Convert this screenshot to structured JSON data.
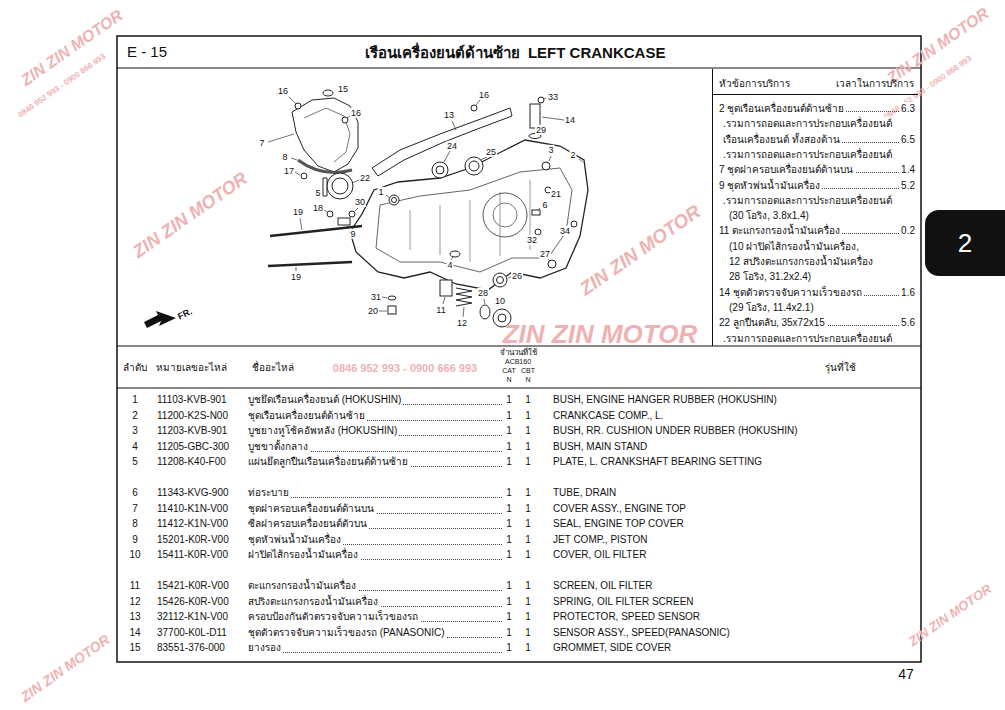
{
  "diagram": {
    "title": "เรือนเครื่องยนต์ด้านซ้าย  LEFT CRANKCASE",
    "nodes": [
      {
        "text": [
          "หัวข้อการบริการ",
          "เวลาในการบริการ",
          "2 ชุดเรือนเครื่องยนต์ด้านซ้าย",
          "6.3",
          ".รวมการถอดและการประกอบเครื่องยนต์",
          "เรือนเครื่องยนต์ ทั้งสองด้าน",
          "6.5",
          ".รวมการถอดและการประกอบเครื่องยนต์",
          "7 ชุดฝาครอบเครื่องยนต์ด้านบน",
          "1.4",
          "9 ชุดหัวพ่นน้ำมันเครื่อง",
          "5.2",
          ".รวมการถอดและการประกอบเครื่องยนต์",
          "(30 โอริง, 3.8x1.4)",
          "11 ตะแกรงกรองน้ำมันเครื่อง",
          "0.2",
          "(10 ฝาปิดไส้กรองน้ำมันเครื่อง,",
          "12 สปริงตะแกรงกรองน้ำมันเครื่อง",
          "28 โอริง, 31.2x2.4)",
          "14 ชุดตัวตรวจจับความเร็วของรถ",
          "1.6",
          "(29 โอริง, 11.4x2.1)",
          "22 ลูกปืนตลับ, 35x72x15",
          "5.6",
          ".รวมการถอดและการประกอบเครื่องยนต์"
        ]
      },
      {
        "text": [
          "2"
        ]
      }
    ],
    "labels": [
      "E - 15",
      "16",
      "15",
      "16",
      "13",
      "33",
      "14",
      "29",
      "16",
      "7",
      "8",
      "17",
      "5",
      "22",
      "24",
      "25",
      "3",
      "2",
      "1",
      "30",
      "18",
      "19",
      "9",
      "21",
      "6",
      "32",
      "34",
      "27",
      "19",
      "4",
      "26",
      "31",
      "20",
      "28",
      "10",
      "11",
      "12",
      "FR.",
      "ลำดับ",
      "หมายเลขอะไหล่",
      "ชื่ออะไหล่",
      "จำนวนที่ใช้",
      "ACB160",
      "CAT",
      "CBT",
      "N",
      "N",
      "รุ่นที่ใช้",
      "1",
      "11103-KVB-901",
      "บูชยึดเรือนเครื่องยนต์ (HOKUSHIN)",
      "1",
      "1",
      "BUSH, ENGINE HANGER RUBBER (HOKUSHIN)",
      "2",
      "11200-K2S-N00",
      "ชุดเรือนเครื่องยนต์ด้านซ้าย",
      "1",
      "1",
      "CRANKCASE COMP., L.",
      "3",
      "11203-KVB-901",
      "บูชยางหูโช้คอัพหลัง (HOKUSHIN)",
      "1",
      "1",
      "BUSH, RR. CUSHION UNDER RUBBER (HOKUSHIN)",
      "4",
      "11205-GBC-300",
      "บูชขาตั้งกลาง",
      "1",
      "1",
      "BUSH, MAIN STAND",
      "5",
      "11208-K40-F00",
      "แผ่นยึดลูกปืนเรือนเครื่องยนต์ด้านซ้าย",
      "1",
      "1",
      "PLATE, L. CRANKSHAFT BEARING SETTING",
      "6",
      "11343-KVG-900",
      "ท่อระบาย",
      "1",
      "1",
      "TUBE, DRAIN",
      "7",
      "11410-K1N-V00",
      "ชุดฝาครอบเครื่องยนต์ด้านบน",
      "1",
      "1",
      "COVER ASSY., ENGINE TOP",
      "8",
      "11412-K1N-V00",
      "ซีลฝาครอบเครื่องยนต์ตัวบน",
      "1",
      "1",
      "SEAL, ENGINE TOP COVER",
      "9",
      "15201-K0R-V00",
      "ชุดหัวพ่นน้ำมันเครื่อง",
      "1",
      "1",
      "JET COMP., PISTON",
      "10",
      "15411-K0R-V00",
      "ฝาปิดไส้กรองน้ำมันเครื่อง",
      "1",
      "1",
      "COVER, OIL FILTER",
      "11",
      "15421-K0R-V00",
      "ตะแกรงกรองน้ำมันเครื่อง",
      "1",
      "1",
      "SCREEN, OIL FILTER",
      "12",
      "15426-K0R-V00",
      "สปริงตะแกรงกรองน้ำมันเครื่อง",
      "1",
      "1",
      "SPRING, OIL FILTER SCREEN",
      "13",
      "32112-K1N-V00",
      "ครอบป้องกันตัวตรวจจับความเร็วของรถ",
      "1",
      "1",
      "PROTECTOR, SPEED SENSOR",
      "14",
      "37700-K0L-D11",
      "ชุดตัวตรวจจับความเร็วของรถ (PANASONIC)",
      "1",
      "1",
      "SENSOR ASSY., SPEED(PANASONIC)",
      "15",
      "83551-376-000",
      "ยางรอง",
      "1",
      "1",
      "GROMMET, SIDE COVER",
      "47",
      "ZIN ZIN MOTOR",
      "ZIN ZIN MOTOR",
      "ZIN ZIN MOTOR",
      "ZIN ZIN MOTOR",
      "ZIN ZIN MOTOR",
      "ZIN ZIN MOTOR",
      "ZIN ZIN MOTOR",
      "0846 952 993 - 0900 666 993",
      "0846 952 993 - 0900 666 993",
      "0846 952 993 - 0900 666 993"
    ]
  }
}
